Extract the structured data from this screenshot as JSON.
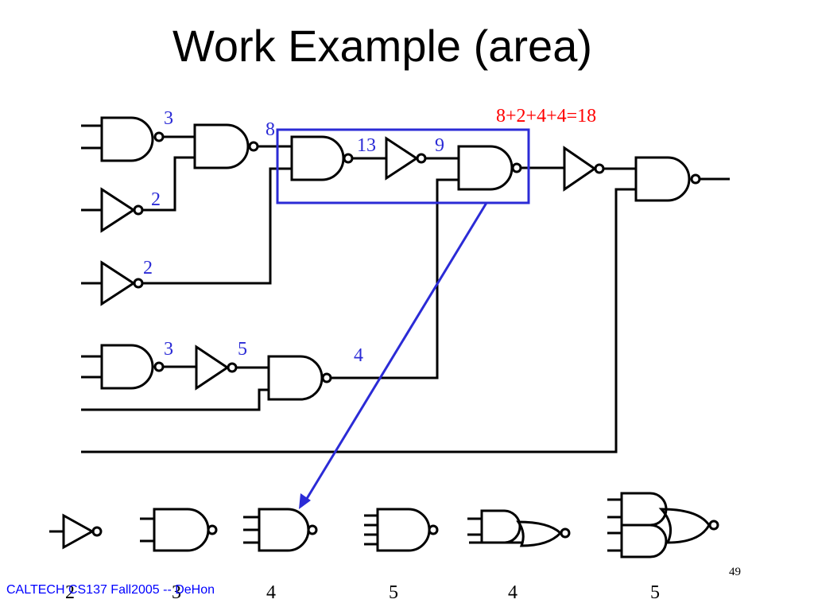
{
  "title": "Work Example (area)",
  "equation": "8+2+4+4=18",
  "gate_labels": [
    "3",
    "8",
    "13",
    "9",
    "2",
    "2",
    "3",
    "5",
    "4"
  ],
  "library_costs": [
    "2",
    "3",
    "4",
    "5",
    "4",
    "5"
  ],
  "footer": "CALTECH CS137 Fall2005 -- DeHon",
  "page_number": "49",
  "colors": {
    "label": "#2b2bd6",
    "highlight": "#2b2bd6",
    "equation": "#ff0000",
    "footer": "#0000ff"
  }
}
